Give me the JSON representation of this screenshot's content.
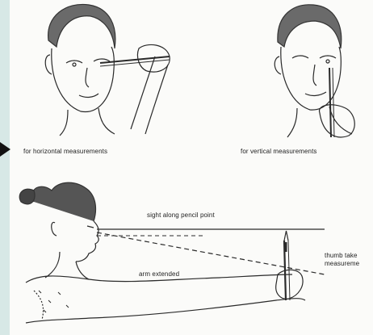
{
  "captions": {
    "horizontal": "for horizontal measurements",
    "vertical": "for vertical measurements",
    "sight": "sight along pencil point",
    "arm": "arm extended",
    "thumb_line1": "thumb take",
    "thumb_line2": "measureme"
  },
  "colors": {
    "background": "#d7e8e6",
    "paper": "#fbfbf9",
    "ink": "#222222"
  },
  "icons": {
    "pointer": "arrow-right-icon"
  }
}
